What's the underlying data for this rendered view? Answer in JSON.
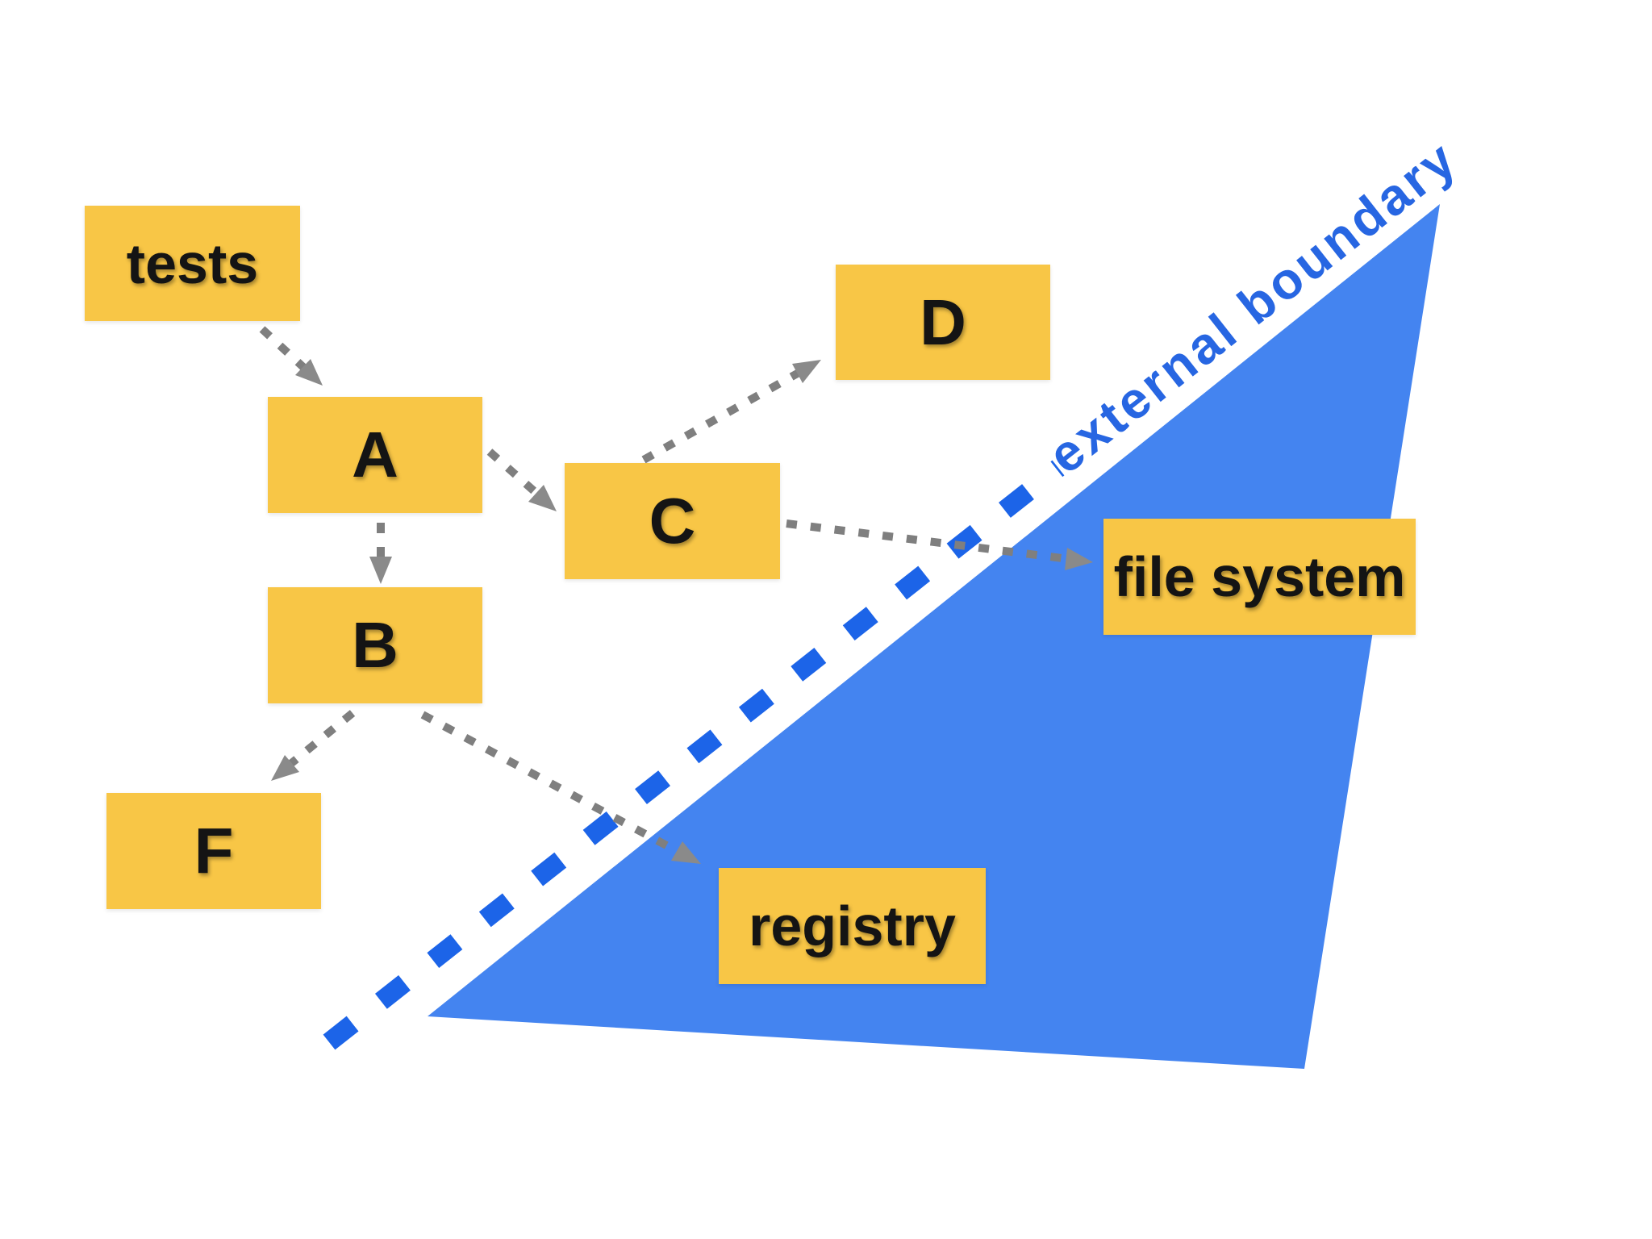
{
  "diagram": {
    "nodes": [
      {
        "id": "tests",
        "label": "tests"
      },
      {
        "id": "a",
        "label": "A"
      },
      {
        "id": "b",
        "label": "B"
      },
      {
        "id": "c",
        "label": "C"
      },
      {
        "id": "d",
        "label": "D"
      },
      {
        "id": "f",
        "label": "F"
      },
      {
        "id": "file-system",
        "label": "file system"
      },
      {
        "id": "registry",
        "label": "registry"
      }
    ],
    "edges": [
      {
        "from": "tests",
        "to": "A"
      },
      {
        "from": "A",
        "to": "B"
      },
      {
        "from": "A",
        "to": "C"
      },
      {
        "from": "C",
        "to": "D"
      },
      {
        "from": "C",
        "to": "file system"
      },
      {
        "from": "B",
        "to": "F"
      },
      {
        "from": "B",
        "to": "registry"
      }
    ],
    "boundary_label": "external boundary",
    "colors": {
      "node_fill": "#f8c646",
      "node_text": "#141414",
      "boundary_blue": "#1c64e8",
      "boundary_text_blue": "#2766e2",
      "region_blue": "#4484f0",
      "arrow_gray": "#7f7f7f"
    }
  }
}
